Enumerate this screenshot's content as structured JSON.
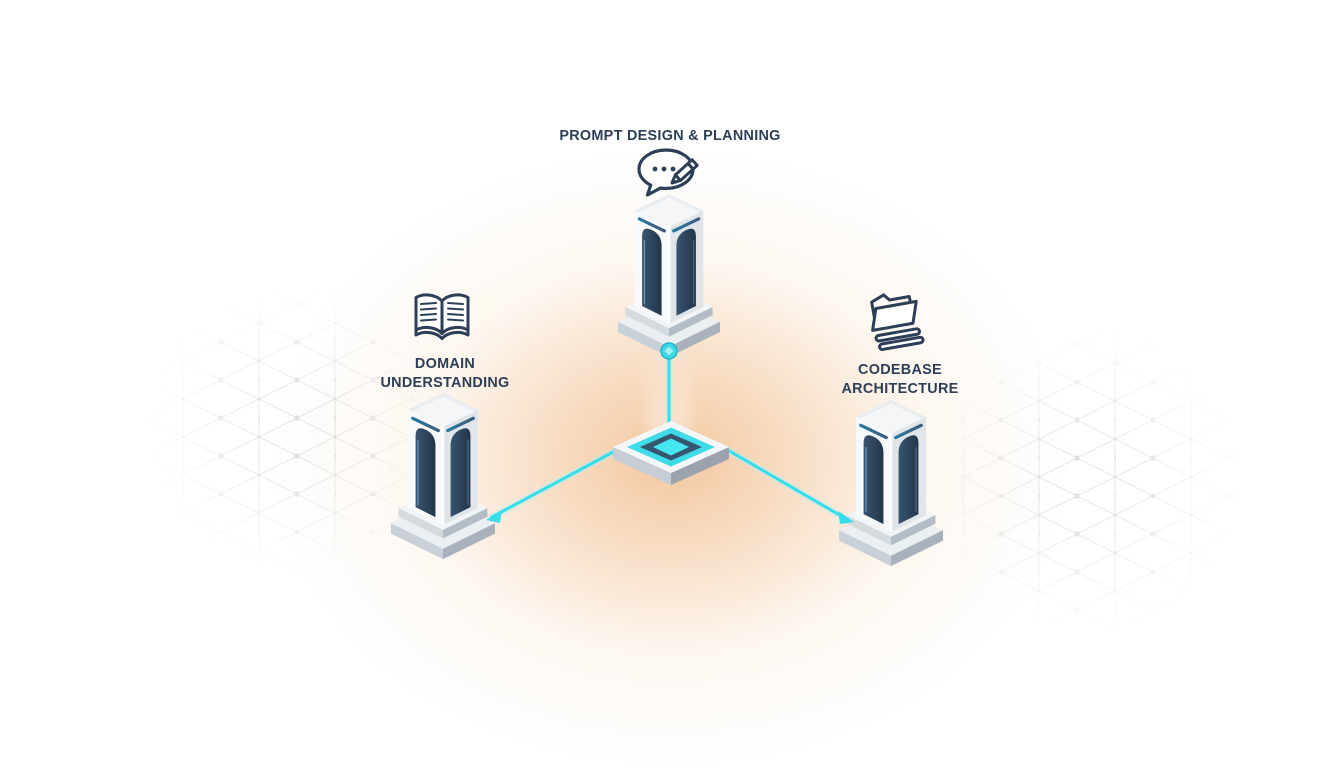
{
  "diagram": {
    "kind": "isometric-network-illustration",
    "background_color": "#ffffff",
    "glow_color": "#f0b987",
    "accent_cyan": "#38dde9",
    "navy": "#2d3e57",
    "center_node": {
      "name": "processor-chip",
      "colors": {
        "ring_outer": "#3fdbe8",
        "ring_inner": "#35566e",
        "core": "#45e8f0"
      }
    },
    "nodes": [
      {
        "id": "prompt-design-planning",
        "label": "PROMPT DESIGN & PLANNING",
        "label_lines": [
          "PROMPT DESIGN & PLANNING"
        ],
        "icon": "chat-pencil-icon",
        "position": "top"
      },
      {
        "id": "domain-understanding",
        "label": "DOMAIN UNDERSTANDING",
        "label_lines": [
          "DOMAIN",
          "UNDERSTANDING"
        ],
        "icon": "open-book-icon",
        "position": "left"
      },
      {
        "id": "codebase-architecture",
        "label": "CODEBASE ARCHITECTURE",
        "label_lines": [
          "CODEBASE",
          "ARCHITECTURE"
        ],
        "icon": "open-folder-icon",
        "position": "right"
      }
    ],
    "connections": [
      {
        "from": "processor-chip",
        "to": "prompt-design-planning"
      },
      {
        "from": "processor-chip",
        "to": "domain-understanding"
      },
      {
        "from": "processor-chip",
        "to": "codebase-architecture"
      }
    ]
  }
}
